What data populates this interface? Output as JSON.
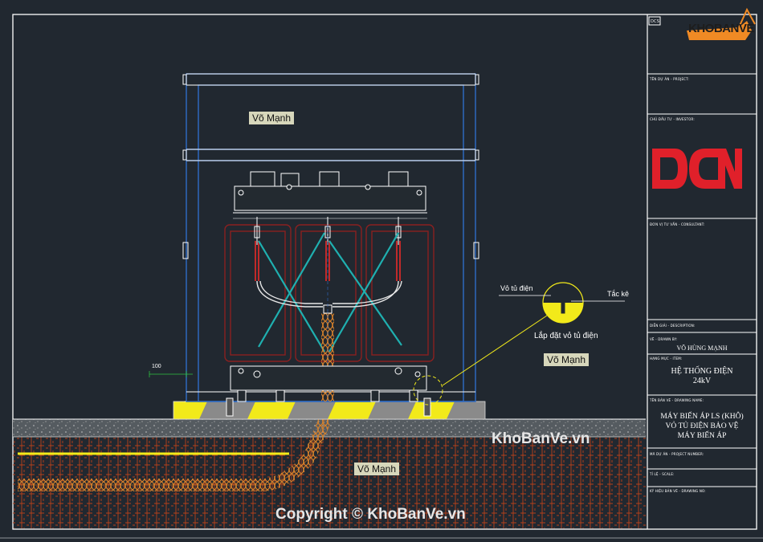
{
  "drawing": {
    "labels": {
      "cabinet_top": "Võ Mạnh",
      "cabinet_mid": "Võ Mạnh",
      "trench": "Võ Mạnh",
      "dim_100": "100",
      "vo_tu_dien": "Vỏ tủ điện",
      "tac_ke": "Tắc kê",
      "lap_dat": "Lắp đặt vỏ tủ điện"
    }
  },
  "title_block": {
    "field_1": "DCS",
    "field_2": "TÊN DỰ ÁN - PROJECT:",
    "field_3": "CHỦ ĐẦU TƯ - INVESTOR:",
    "logo_text": "DCN",
    "field_4": "ĐƠN VỊ TƯ VẤN - CONSULTANT:",
    "field_5": "DIỄN GIẢI - DESCRIPTION:",
    "field_6": "VẼ - DRAWN BY:",
    "drawn_by": "VÕ HÙNG MẠNH",
    "field_7": "HẠNG MỤC - ITEM:",
    "item": "HỆ THỐNG ĐIỆN\n24kV",
    "field_8": "TÊN BẢN VẼ - DRAWING NAME:",
    "drawing_name": "MÁY BIẾN ÁP LS (KHÔ)\nVỎ TỦ ĐIỆN BẢO VỆ\nMÁY BIẾN ÁP",
    "field_9": "MÃ DỰ ÁN - PROJECT NUMBER:",
    "field_10": "TỈ LỆ - SCALE:",
    "field_11": "KÝ HIỆU BẢN VẼ - DRAWING NO:"
  },
  "watermarks": {
    "logo": "KHOBANVE",
    "site": "KhoBanVe.vn",
    "copyright": "Copyright © KhoBanVe.vn"
  },
  "colors": {
    "background": "#212830",
    "frame": "#ffffff",
    "cabinet": "#2f6cc8",
    "coil": "#8a2020",
    "brace": "#1fb0b0",
    "yellow": "#f2ea1a",
    "logo_red": "#e0202a",
    "trench": "#c8451a"
  }
}
